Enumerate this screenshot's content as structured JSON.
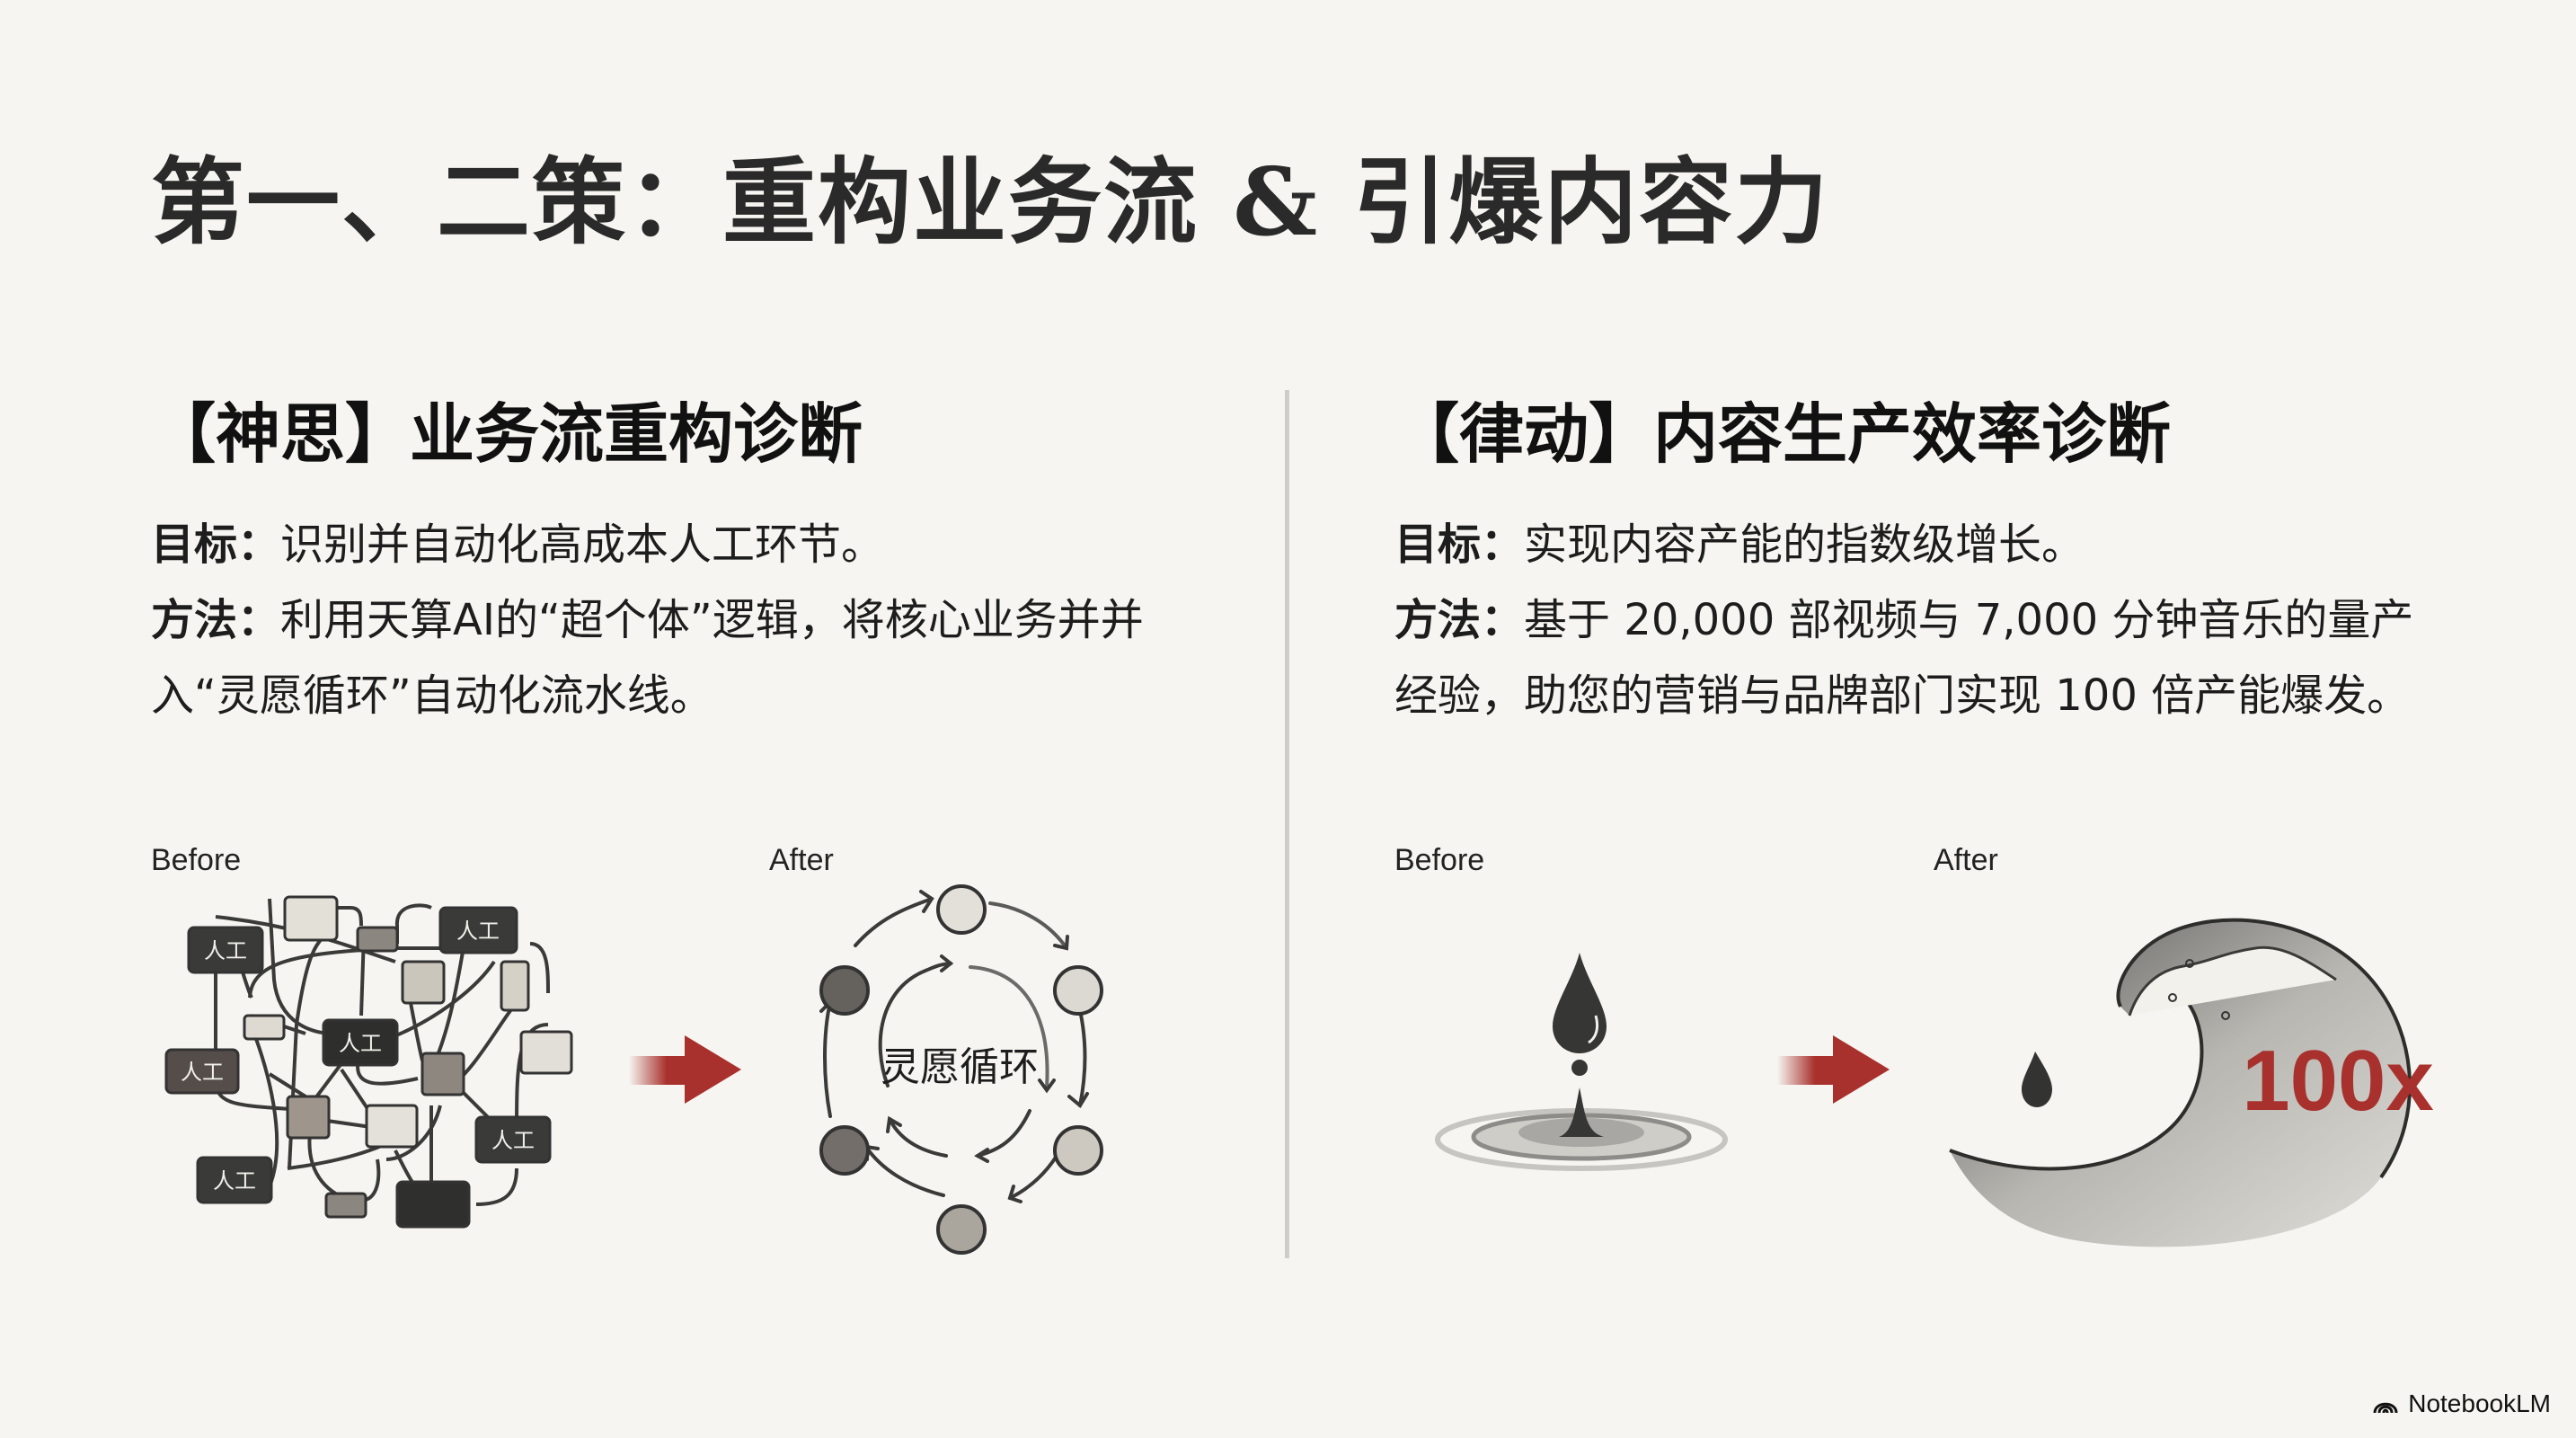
{
  "slide": {
    "title": "第一、二策：重构业务流 & 引爆内容力"
  },
  "left": {
    "heading": "【神思】业务流重构诊断",
    "goal_label": "目标：",
    "goal_text": "识别并自动化高成本人工环节。",
    "method_label": "方法：",
    "method_text": "利用天算AI的“超个体”逻辑，将核心业务并并入“灵愿循环”自动化流水线。",
    "before_label": "Before",
    "after_label": "After",
    "manual_node_label": "人工",
    "cycle_label": "灵愿循环"
  },
  "right": {
    "heading": "【律动】内容生产效率诊断",
    "goal_label": "目标：",
    "goal_text": "实现内容产能的指数级增长。",
    "method_label": "方法：",
    "method_text": "基于 20,000 部视频与 7,000 分钟音乐的量产经验，助您的营销与品牌部门实现 100 倍产能爆发。",
    "before_label": "Before",
    "after_label": "After",
    "multiplier": "100x"
  },
  "footer": {
    "brand": "NotebookLM"
  },
  "colors": {
    "background": "#f6f5f1",
    "accent_red": "#a8312d",
    "ink_dark": "#3a3a38",
    "divider": "#cfcdc8"
  }
}
